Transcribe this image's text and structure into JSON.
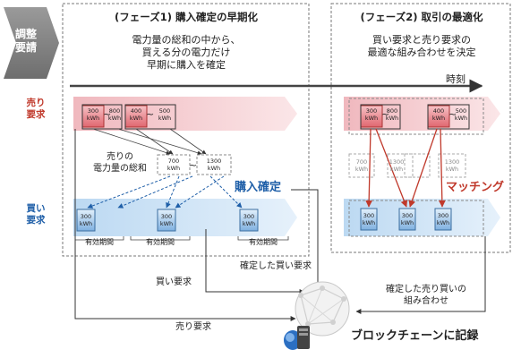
{
  "sidebar": {
    "label_line1": "調整",
    "label_line2": "要請"
  },
  "phase1": {
    "title": "(フェーズ1) 購入確定の早期化",
    "desc_line1": "電力量の総和の中から、",
    "desc_line2": "買える分の電力だけ",
    "desc_line3": "早期に購入を確定"
  },
  "phase2": {
    "title": "(フェーズ2) 取引の最適化",
    "desc_line1": "買い要求と売り要求の",
    "desc_line2": "最適な組み合わせを決定"
  },
  "timeline_label": "時刻",
  "rows": {
    "sell_line1": "売り",
    "sell_line2": "要求",
    "buy_line1": "買い",
    "buy_line2": "要求"
  },
  "sell_boxes": {
    "b1_top": "300",
    "b1_bot": "kWh",
    "r1_top": "800",
    "r1_bot": "kWh",
    "b2_top": "400",
    "b2_bot": "kWh",
    "r2_top": "500",
    "r2_bot": "kWh",
    "tilde": "~"
  },
  "sum": {
    "label_line1": "売りの",
    "label_line2": "電力量の総和",
    "v1_top": "700",
    "v1_bot": "kWh",
    "v2_top": "1300",
    "v2_bot": "kWh",
    "tilde": "~"
  },
  "buy_boxes": {
    "value": "300",
    "unit": "kWh",
    "validity": "有効期間"
  },
  "purchase_confirm": "購入確定",
  "matching": "マッチング",
  "phase2_sell": {
    "b1_top": "300",
    "b1_bot": "kWh",
    "r1_top": "800",
    "r1_bot": "kWh",
    "b2_top": "400",
    "b2_bot": "kWh",
    "r2_top": "500",
    "r2_bot": "kWh",
    "ghost_top": "700",
    "ghost2_top": "1300",
    "ghost_bot": "kWh"
  },
  "phase2_buy": {
    "value": "300",
    "unit": "kWh"
  },
  "flow": {
    "confirmed_buy": "確定した買い要求",
    "buy_request": "買い要求",
    "sell_request": "売り要求",
    "confirmed_pair_line1": "確定した売り買いの",
    "confirmed_pair_line2": "組み合わせ"
  },
  "blockchain_label": "ブロックチェーンに記録",
  "colors": {
    "sell_band": "#f2c4c8",
    "buy_band": "#cfe3f5",
    "sell_box": "#e87b82",
    "buy_box": "#8fbbe6",
    "chevron": "#8a8a8a",
    "accent_red": "#c0392b",
    "accent_blue": "#1f5fa8"
  }
}
